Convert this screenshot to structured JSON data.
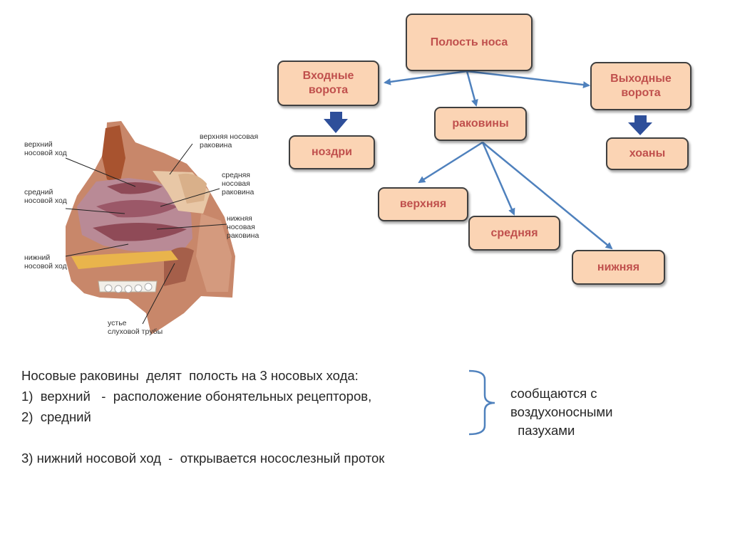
{
  "diagram": {
    "root": "Полость носа",
    "left_branch": {
      "label_line1": "Входные",
      "label_line2": "ворота",
      "child": "ноздри"
    },
    "right_branch": {
      "label_line1": "Выходные",
      "label_line2": "ворота",
      "child": "хоаны"
    },
    "center_branch": {
      "label": "раковины",
      "children": [
        "верхняя",
        "средняя",
        "нижняя"
      ]
    },
    "colors": {
      "box_fill": "#fbd4b4",
      "box_text": "#c0504d",
      "arrow": "#4f81bd",
      "block_arrow": "#2e4f9a"
    }
  },
  "anatomy": {
    "labels": {
      "upper_meatus": [
        "верхний",
        "носовой ход"
      ],
      "middle_meatus": [
        "средний",
        "носовой ход"
      ],
      "lower_meatus": [
        "нижний",
        "носовой ход"
      ],
      "upper_concha": [
        "верхняя носовая",
        "раковина"
      ],
      "middle_concha": [
        "средняя",
        "носовая",
        "раковина"
      ],
      "lower_concha": [
        "нижняя",
        "носовая",
        "раковина"
      ],
      "tube_mouth": [
        "устье",
        "слуховой трубы"
      ]
    }
  },
  "text": {
    "line1": "Носовые раковины  делят  полость на 3 носовых хода:",
    "line2": "1)  верхний   -  расположение обонятельных рецепторов,",
    "line3": "2)  средний",
    "line4": "3) нижний носовой ход  -  открывается носослезный проток",
    "note1": "сообщаются с",
    "note2": "воздухоносными",
    "note3": "  пазухами"
  }
}
